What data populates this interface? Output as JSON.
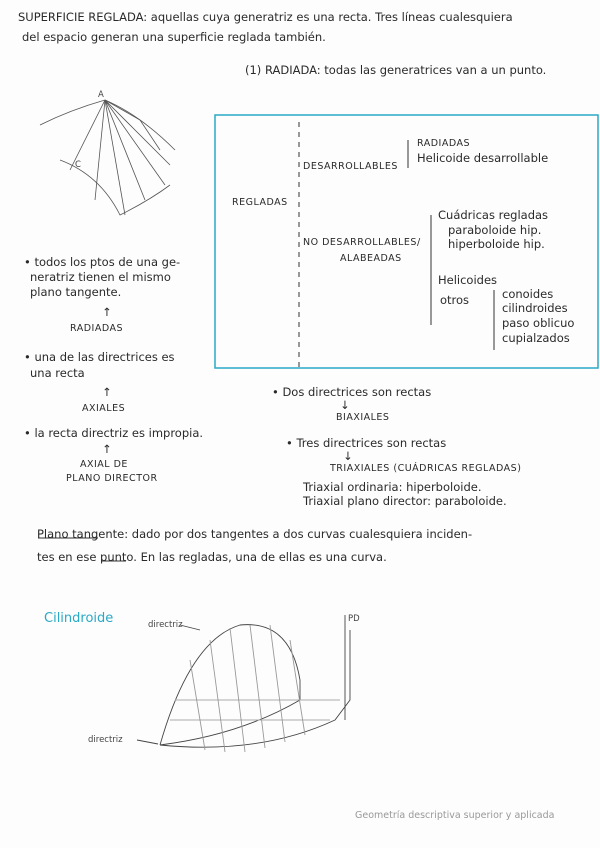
{
  "intro": {
    "line1": "SUPERFICIE REGLADA: aquellas cuya generatriz es una recta. Tres líneas cualesquiera",
    "line2": "del espacio generan una superficie reglada también.",
    "radiada": "(1) RADIADA: todas las generatrices van a un punto."
  },
  "sketch1": {
    "label_a": "A",
    "label_c": "C"
  },
  "tree": {
    "root": "REGLADAS",
    "desarrollables": "DESARROLLABLES",
    "des_items": [
      "RADIADAS",
      "Helicoide desarrollable"
    ],
    "no_desarrollables": [
      "NO DESARROLLABLES/",
      "ALABEADAS"
    ],
    "cuadricas": "Cuádricas regladas",
    "cuadricas_items": [
      "paraboloide hip.",
      "hiperboloide hip."
    ],
    "helicoides": "Helicoides",
    "otros": "otros",
    "otros_items": [
      "conoides",
      "cilindroides",
      "paso oblicuo",
      "cupialzados"
    ]
  },
  "left_notes": [
    {
      "text": [
        "• todos los ptos de una ge-",
        "neratriz tienen el mismo",
        "plano tangente."
      ],
      "arrow": "↑",
      "result": "RADIADAS"
    },
    {
      "text": [
        "• una de las directrices es",
        "una recta"
      ],
      "arrow": "↑",
      "result": "AXIALES"
    },
    {
      "text": [
        "• la recta directriz es impropia."
      ],
      "arrow": "↑",
      "result": "AXIAL DE",
      "result2": "PLANO DIRECTOR"
    }
  ],
  "right_notes": {
    "dos": "• Dos directrices son rectas",
    "biaxiales": "BIAXIALES",
    "tres": "• Tres directrices son rectas",
    "triaxiales": "TRIAXIALES (CUÁDRICAS REGLADAS)",
    "ordinaria": "Triaxial ordinaria: hiperboloide.",
    "plano": "Triaxial plano director: paraboloide.",
    "arrow": "↓"
  },
  "plano_tangente": {
    "term": "Plano tangente",
    "line1": ": dado por dos tangentes a dos curvas cualesquiera inciden-",
    "line2": "tes en ese punto. En las regladas, una de ellas es una curva."
  },
  "cilindroide": {
    "title": "Cilindroide",
    "directriz_top": "directriz",
    "directriz_bottom": "directriz",
    "pd": "PD"
  },
  "footer": "Geometría descriptiva superior y aplicada",
  "colors": {
    "accent": "#2aa9c6",
    "ink": "#2a2a2a"
  }
}
